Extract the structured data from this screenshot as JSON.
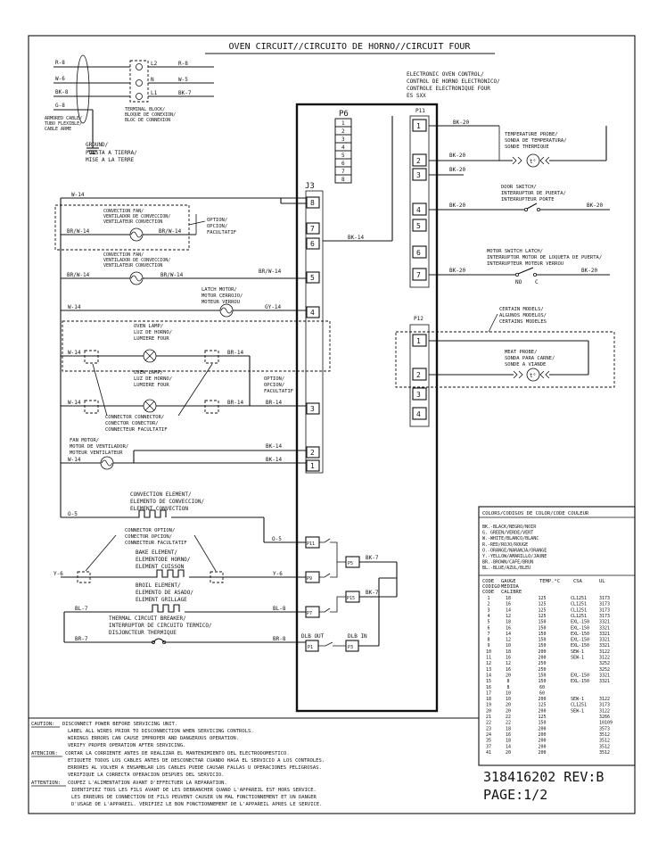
{
  "title": "OVEN CIRCUIT//CIRCUITO DE HORNO//CIRCUIT FOUR",
  "control": {
    "lines": [
      "ELECTRONIC OVEN CONTROL/",
      "CONTROL DE HORNO ELECTRONICO/",
      "CONTROLE ELECTRONIQUE FOUR",
      "ES SXX"
    ]
  },
  "connectors": {
    "p6": "P6",
    "j3": "J3",
    "p11": "P11",
    "p12": "P12",
    "p6_pins": [
      "1",
      "2",
      "3",
      "4",
      "5",
      "6",
      "7",
      "8"
    ],
    "j3_pins": [
      "8",
      "7",
      "6",
      "5",
      "4",
      "3",
      "2",
      "1"
    ],
    "p11_pins": [
      "1",
      "2",
      "3",
      "4",
      "5",
      "6",
      "7"
    ],
    "p12_pins": [
      "1",
      "2",
      "3",
      "4"
    ]
  },
  "supply": {
    "left": [
      "R-8",
      "W-6",
      "BK-8",
      "G-8"
    ],
    "right": [
      "R-8",
      "W-5",
      "BK-7"
    ],
    "terminals": [
      "L2",
      "N",
      "L1"
    ],
    "terminal_block": [
      "TERMINAL BLOCK/",
      "BLOQUE DE CONEXION/",
      "BLOC DE CONNEXION"
    ],
    "armored": [
      "ARMORED CABLE/",
      "TUBO FLEXIBLE/",
      "CABLE ARME"
    ],
    "ground": [
      "GROUND/",
      "PUESTA A TIERRA/",
      "MISE A LA TERRE"
    ]
  },
  "wires": {
    "w14": "W-14",
    "brw14": "BR/W-14",
    "bk14": "BK-14",
    "gy14": "GY-14",
    "br14": "BR-14",
    "o5": "O-5",
    "y6": "Y-6",
    "bk7": "BK-7",
    "bl7": "BL-7",
    "bl8": "BL-8",
    "br7": "BR-7",
    "br8": "BR-8",
    "bk20": "BK-20"
  },
  "components": {
    "conv_fan_1": [
      "CONVECTION FAN/",
      "VENTILADOR DE CONVECCION/",
      "VENTILATEUR CONVECTION"
    ],
    "option": [
      "OPTION/",
      "OPCION/",
      "FACULTATIF"
    ],
    "conv_fan_2": [
      "CONVECTION FAN/",
      "VENTILADOR DE CONVECCION/",
      "VENTILATEUR CONVECTION"
    ],
    "latch_motor": [
      "LATCH MOTOR/",
      "MOTOR CERROJO/",
      "MOTEUR VERROU"
    ],
    "oven_lamp_1": [
      "OVEN LAMP/",
      "LUZ DE HORNO/",
      "LUMIERE FOUR"
    ],
    "oven_lamp_2": [
      "OVEN LAMP/",
      "LUZ DE HORNO/",
      "LUMIERE FOUR"
    ],
    "option_2": [
      "OPTION/",
      "OPCION/",
      "FACULTATIF"
    ],
    "connector_opt": [
      "CONNECTOR CONNECTOR/",
      "CONECTOR CONECTOR/",
      "CONNECTEUR FACULTATIF"
    ],
    "fan_motor": [
      "FAN MOTOR/",
      "MOTOR DE VENTILADOR/",
      "MOTEUR VENTILATEUR"
    ],
    "conv_element": [
      "CONVECTION ELEMENT/",
      "ELEMENTO DE CONVECCION/",
      "ELEMENT CONVECTION"
    ],
    "connector_option": [
      "CONNECTOR OPTION/",
      "CONECTOR OPCION/",
      "CONNECTEUR FACULTATIF"
    ],
    "bake": [
      "BAKE ELEMENT/",
      "ELEMENTODE HORNO/",
      "ELEMENT CUISSON"
    ],
    "broil": [
      "BROIL ELEMENT/",
      "ELEMENTO DE ASADO/",
      "ELEMENT GRILLAGE"
    ],
    "breaker": [
      "THERMAL CIRCUIT BREAKER/",
      "INTERRUPTOR DE CIRCUITO TERMICO/",
      "DISJONCTEUR THERMIQUE"
    ],
    "temp_probe": [
      "TEMPERATURE PROBE/",
      "SONDA DE TEMPERATURA/",
      "SONDE THERMIQUE"
    ],
    "door_switch": [
      "DOOR SWITCH/",
      "INTERRUPTOR DE PUERTA/",
      "INTERRUPTEUR PORTE"
    ],
    "motor_switch": [
      "MOTOR SWITCH LATCH/",
      "INTERRUPTOR MOTOR DE LOQUETA DE PUERTA/",
      "INTERRUPTEUR MOTEUR VERROU"
    ],
    "certain": [
      "CERTAIN MODELS/",
      "ALGUNOS MODELOS/",
      "CERTAINS MODELES"
    ],
    "meat_probe": [
      "MEAT PROBE/",
      "SONDA PARA CARNE/",
      "SONDE A VIANDE"
    ],
    "no": "NO",
    "c": "C",
    "t": "t°"
  },
  "relays": {
    "p11": "P11",
    "p5": "P5",
    "p9": "P9",
    "p15": "P15",
    "p7": "P7",
    "p1": "P1",
    "p3": "P3",
    "dlb_out": "DLB OUT",
    "dlb_in": "DLB IN"
  },
  "color_codes": {
    "title": "COLORS/CODIGOS DE COLOR/CODE COULEUR",
    "items": [
      "BK.-BLACK/NEGRO/NOIR",
      "G. GREEN/VERDE/VERT",
      "W.-WHITE/BLANCO/BLANC",
      "R.-RED/ROJO/ROUGE",
      "O.-ORANGE/NARANJA/ORANGE",
      "Y.-YELLOW/AMARILLO/JAUNE",
      "BR.-BROWN/CAFE/BRUN",
      "BL.-BLUE/AZUL/BLEU"
    ]
  },
  "gauge_table": {
    "headers": [
      "CODE",
      "GAUGE",
      "TEMP.°C",
      "CSA",
      "UL"
    ],
    "subheaders": [
      "CODIGO",
      "MEDIDA",
      "CODE",
      "CALIBRE"
    ],
    "rows": [
      [
        "1",
        "18",
        "125",
        "CL1251",
        "3173"
      ],
      [
        "2",
        "16",
        "125",
        "CL1251",
        "3173"
      ],
      [
        "3",
        "14",
        "125",
        "CL1251",
        "3173"
      ],
      [
        "4",
        "12",
        "125",
        "CL1251",
        "3173"
      ],
      [
        "5",
        "18",
        "150",
        "EXL-150",
        "3321"
      ],
      [
        "6",
        "16",
        "150",
        "EXL-150",
        "3321"
      ],
      [
        "7",
        "14",
        "150",
        "EXL-150",
        "3321"
      ],
      [
        "8",
        "12",
        "150",
        "EXL-150",
        "3321"
      ],
      [
        "9",
        "10",
        "150",
        "EXL-150",
        "3321"
      ],
      [
        "10",
        "18",
        "200",
        "SEW-1",
        "3122"
      ],
      [
        "11",
        "16",
        "200",
        "SEW-1",
        "3122"
      ],
      [
        "12",
        "12",
        "250",
        "",
        "3252"
      ],
      [
        "13",
        "16",
        "250",
        "",
        "3252"
      ],
      [
        "14",
        "20",
        "150",
        "EXL-150",
        "3321"
      ],
      [
        "15",
        "8",
        "150",
        "EXL-150",
        "3321"
      ],
      [
        "16",
        "8",
        "60",
        "",
        ""
      ],
      [
        "17",
        "10",
        "60",
        "",
        ""
      ],
      [
        "18",
        "10",
        "200",
        "SEW-1",
        "3122"
      ],
      [
        "19",
        "20",
        "125",
        "CL1251",
        "3173"
      ],
      [
        "20",
        "20",
        "200",
        "SEW-1",
        "3122"
      ],
      [
        "21",
        "22",
        "125",
        "",
        "3266"
      ],
      [
        "22",
        "22",
        "150",
        "",
        "10109"
      ],
      [
        "23",
        "18",
        "200",
        "",
        "3573"
      ],
      [
        "24",
        "16",
        "200",
        "",
        "3512"
      ],
      [
        "35",
        "18",
        "200",
        "",
        "3512"
      ],
      [
        "37",
        "14",
        "200",
        "",
        "3512"
      ],
      [
        "41",
        "20",
        "200",
        "",
        "3512"
      ]
    ]
  },
  "part_number": "318416202 REV:B",
  "page": "PAGE:1/2",
  "caution": {
    "label": "CAUTION:",
    "lines": [
      "DISCONNECT POWER BEFORE SERVICING UNIT.",
      "LABEL ALL WIRES PRIOR TO DISCONNECTION WHEN SERVICING CONTROLS.",
      "WIRINGS ERRORS CAN CAUSE IMPROPER AND DANGEROUS OPERATION.",
      "VERIFY PROPER OPERATION AFTER SERVICING."
    ]
  },
  "atencion": {
    "label": "ATENCION:",
    "lines": [
      "CORTAR LA CORRIENTE ANTES DE REALIZAR EL MANTENIMIENTO DEL ELECTRODOMESTICO.",
      "ETIQUETE TODOS LOS CABLES ANTES DE DESCONECTAR CUANDO HAGA EL SERVICIO A LOS CONTROLES.",
      "ERRORES AL VOLVER A ENSAMBLAR LOS CABLES PUEDE CAUSAR FALLAS U OPERACIONES PELIGROSAS.",
      "VERIFIQUE LA CORRECTA OPERACION DESPUES DEL SERVICIO."
    ]
  },
  "attention": {
    "label": "ATTENTION:",
    "lines": [
      "COUPEZ L'ALIMENTATION AVANT D'EFFECTUER LA REPARATION.",
      "IDENTIFIEZ TOUS LES FILS AVANT DE LES DEBRANCHER QUAND L'APPAREIL EST HORS SERVICE.",
      "LES ERREURS DE CONNECTION DE FILS PEUVENT CAUSER UN MAL FONCTIONNEMENT ET UN DANGER",
      "D'USAGE DE L'APPAREIL. VERIFIEZ LE BON FONCTIONNEMENT DE L'APPAREIL APRES LE SERVICE."
    ]
  }
}
